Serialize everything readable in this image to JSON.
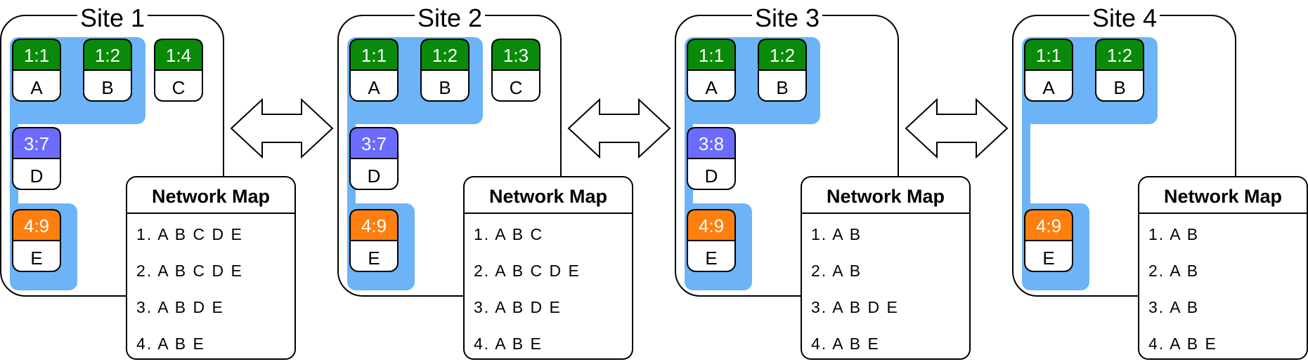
{
  "sites": [
    {
      "title": "Site 1",
      "chunks": [
        {
          "id": "1:1",
          "letter": "A",
          "color": "green"
        },
        {
          "id": "1:2",
          "letter": "B",
          "color": "green"
        },
        {
          "id": "1:4",
          "letter": "C",
          "color": "green"
        },
        {
          "id": "3:7",
          "letter": "D",
          "color": "purple"
        },
        {
          "id": "4:9",
          "letter": "E",
          "color": "orange"
        }
      ],
      "highlighted_groups": [
        [
          "A",
          "B"
        ],
        [
          "E"
        ]
      ],
      "network_map": {
        "title": "Network Map",
        "entries": [
          "1. A B C D E",
          "2. A B C D E",
          "3. A B D E",
          "4. A B E"
        ]
      }
    },
    {
      "title": "Site 2",
      "chunks": [
        {
          "id": "1:1",
          "letter": "A",
          "color": "green"
        },
        {
          "id": "1:2",
          "letter": "B",
          "color": "green"
        },
        {
          "id": "1:3",
          "letter": "C",
          "color": "green"
        },
        {
          "id": "3:7",
          "letter": "D",
          "color": "purple"
        },
        {
          "id": "4:9",
          "letter": "E",
          "color": "orange"
        }
      ],
      "highlighted_groups": [
        [
          "A",
          "B"
        ],
        [
          "E"
        ]
      ],
      "network_map": {
        "title": "Network Map",
        "entries": [
          "1. A B C",
          "2. A B C D E",
          "3. A B D E",
          "4. A B E"
        ]
      }
    },
    {
      "title": "Site 3",
      "chunks": [
        {
          "id": "1:1",
          "letter": "A",
          "color": "green"
        },
        {
          "id": "1:2",
          "letter": "B",
          "color": "green"
        },
        {
          "id": "3:8",
          "letter": "D",
          "color": "purple"
        },
        {
          "id": "4:9",
          "letter": "E",
          "color": "orange"
        }
      ],
      "highlighted_groups": [
        [
          "A",
          "B"
        ],
        [
          "E"
        ]
      ],
      "network_map": {
        "title": "Network Map",
        "entries": [
          "1. A B",
          "2. A B",
          "3. A B D E",
          "4. A B E"
        ]
      }
    },
    {
      "title": "Site 4",
      "chunks": [
        {
          "id": "1:1",
          "letter": "A",
          "color": "green"
        },
        {
          "id": "1:2",
          "letter": "B",
          "color": "green"
        },
        {
          "id": "4:9",
          "letter": "E",
          "color": "orange"
        }
      ],
      "highlighted_groups": [
        [
          "A",
          "B"
        ],
        [
          "E"
        ]
      ],
      "network_map": {
        "title": "Network Map",
        "entries": [
          "1. A B",
          "2. A B",
          "3. A B",
          "4. A B E"
        ]
      }
    }
  ],
  "colors": {
    "green": "#0a8a0a",
    "purple": "#6b6bff",
    "orange": "#ff7f0e",
    "highlight": "#6cb4f7",
    "outline": "#000000"
  },
  "arrows": [
    "double-arrow",
    "double-arrow",
    "double-arrow"
  ]
}
